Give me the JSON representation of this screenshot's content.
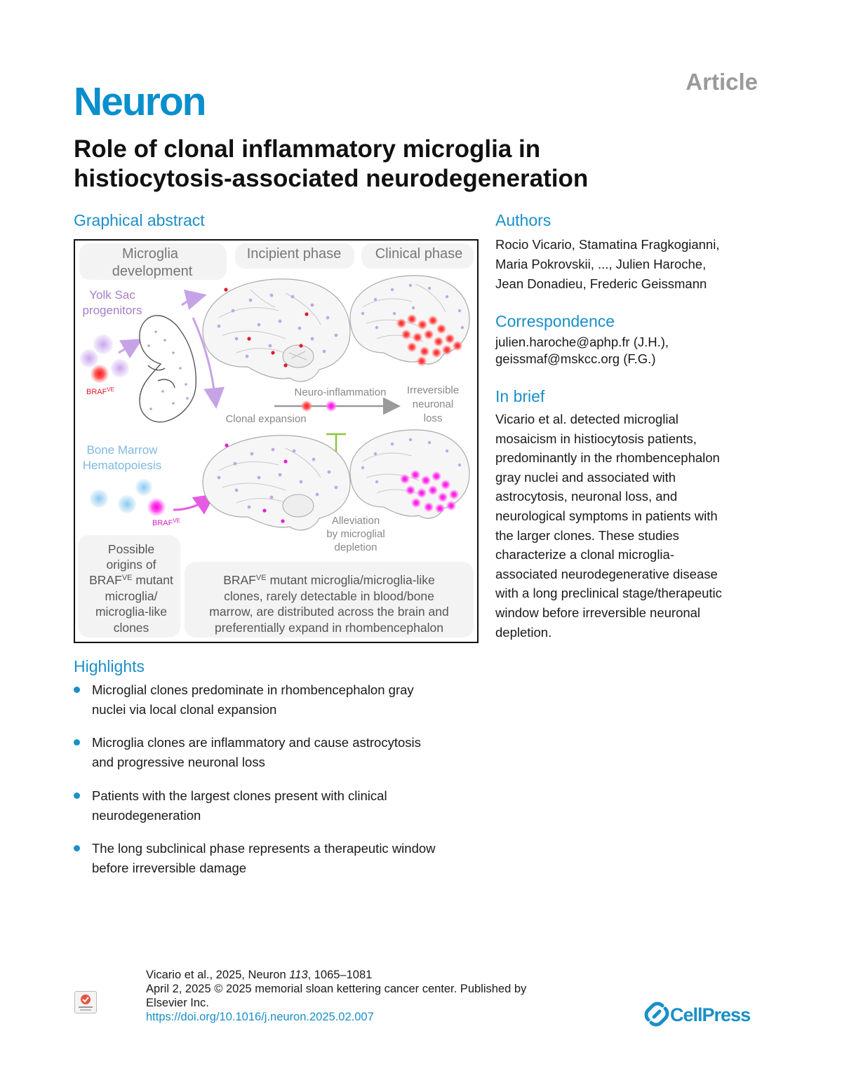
{
  "header": {
    "article_label": "Article",
    "journal_name": "Neuron",
    "title": "Role of clonal inflammatory microglia in histiocytosis-associated neurodegeneration"
  },
  "graphical_abstract": {
    "heading": "Graphical abstract",
    "col_microglia_line1": "Microglia",
    "col_microglia_line2": "development",
    "col_incipient": "Incipient phase",
    "col_clinical": "Clinical phase",
    "yolk_sac_line1": "Yolk Sac",
    "yolk_sac_line2": "progenitors",
    "braf_label": "BRAF",
    "braf_sup": "VE",
    "neuro_inflammation": "Neuro-inflammation",
    "clonal_expansion": "Clonal expansion",
    "irreversible_line1": "Irreversible",
    "irreversible_line2": "neuronal",
    "irreversible_line3": "loss",
    "bone_marrow_line1": "Bone Marrow",
    "bone_marrow_line2": "Hematopoiesis",
    "alleviation_line1": "Alleviation",
    "alleviation_line2": "by microglial",
    "alleviation_line3": "depletion",
    "origins_line1": "Possible",
    "origins_line2": "origins of",
    "origins_line3_suffix": " mutant",
    "origins_line4": "microglia/",
    "origins_line5": "microglia-like",
    "origins_line6": "clones",
    "bottom_line1_suffix": " mutant microglia/microglia-like",
    "bottom_line2": "clones, rarely detectable in blood/bone",
    "bottom_line3": "marrow, are distributed across the brain and",
    "bottom_line4": "preferentially expand in rhombencephalon",
    "colors": {
      "purple_text": "#a57ec8",
      "blue_text": "#7fb8e0",
      "red_clone": "#e0192a",
      "magenta_clone": "#e61fd4",
      "depletion_green": "#8cc63f"
    }
  },
  "authors": {
    "heading": "Authors",
    "line1": "Rocio Vicario, Stamatina Fragkogianni,",
    "line2": "Maria Pokrovskii, ..., Julien Haroche,",
    "line3": "Jean Donadieu, Frederic Geissmann"
  },
  "correspondence": {
    "heading": "Correspondence",
    "line1": "julien.haroche@aphp.fr (J.H.),",
    "line2": "geissmaf@mskcc.org (F.G.)"
  },
  "in_brief": {
    "heading": "In brief",
    "lines": [
      "Vicario et al. detected microglial",
      "mosaicism in histiocytosis patients,",
      "predominantly in the rhombencephalon",
      "gray nuclei and associated with",
      "astrocytosis, neuronal loss, and",
      "neurological symptoms in patients with",
      "the larger clones. These studies",
      "characterize a clonal microglia-",
      "associated neurodegenerative disease",
      "with a long preclinical stage/therapeutic",
      "window before irreversible neuronal",
      "depletion."
    ]
  },
  "highlights": {
    "heading": "Highlights",
    "items": [
      {
        "line1": "Microglial clones predominate in rhombencephalon gray",
        "line2": "nuclei via local clonal expansion"
      },
      {
        "line1": "Microglia clones are inflammatory and cause astrocytosis",
        "line2": "and progressive neuronal loss"
      },
      {
        "line1": "Patients with the largest clones present with clinical",
        "line2": "neurodegeneration"
      },
      {
        "line1": "The long subclinical phase represents a therapeutic window",
        "line2": "before irreversible damage"
      }
    ]
  },
  "footer": {
    "citation_prefix": "Vicario et al., 2025, Neuron ",
    "volume": "113",
    "pages": ", 1065–1081",
    "date_line": "April 2, 2025 © 2025 memorial sloan kettering cancer center. Published by",
    "publisher_line": "Elsevier Inc.",
    "doi": "https://doi.org/10.1016/j.neuron.2025.02.007",
    "cellpress_logo": "CellPress",
    "badge_icon": "check-for-updates-icon",
    "brand_color": "#1a8fc8"
  }
}
